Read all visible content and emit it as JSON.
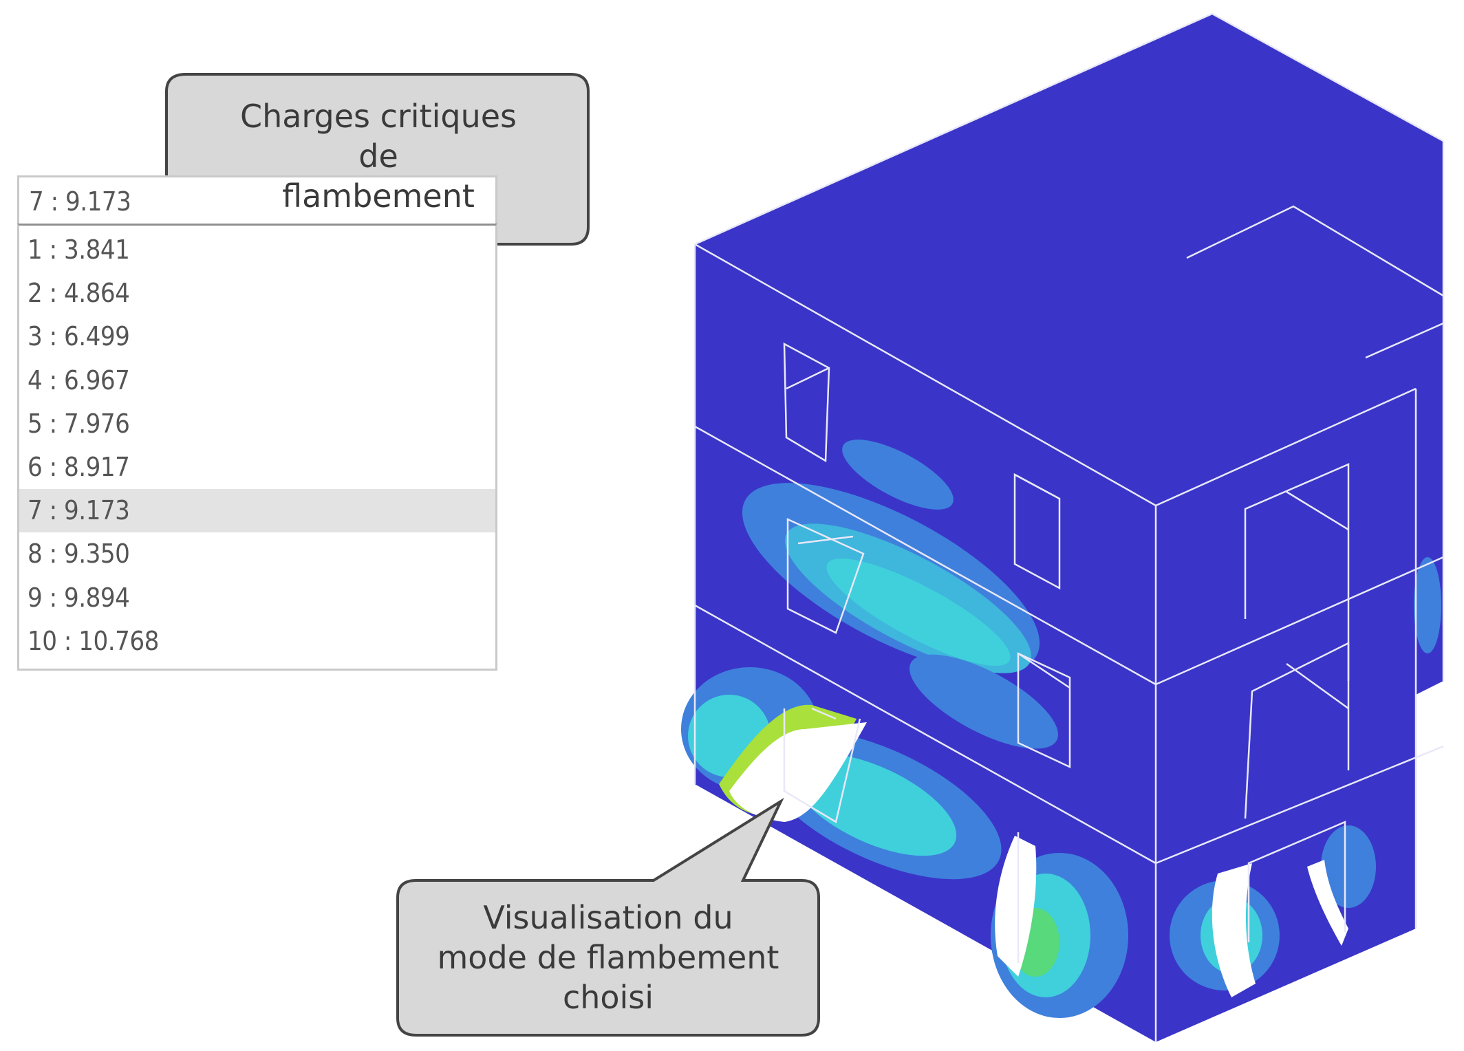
{
  "mode_selector": {
    "selected_label": "7 : 9.173",
    "items": [
      {
        "label": "1 : 3.841"
      },
      {
        "label": "2 : 4.864"
      },
      {
        "label": "3 : 6.499"
      },
      {
        "label": "4 : 6.967"
      },
      {
        "label": "5 : 7.976"
      },
      {
        "label": "6 : 8.917"
      },
      {
        "label": "7 : 9.173"
      },
      {
        "label": "8 : 9.350"
      },
      {
        "label": "9 : 9.894"
      },
      {
        "label": "10 : 10.768"
      }
    ],
    "selected_index": 6
  },
  "callouts": {
    "top": {
      "line1": "Charges critiques",
      "line2": "de",
      "line3": "flambement"
    },
    "bottom": {
      "line1": "Visualisation du",
      "line2": "mode de flambement",
      "line3": "choisi"
    }
  },
  "colors": {
    "model_blue": "#3a35c8",
    "contour_light_blue": "#3a7fd9",
    "contour_cyan": "#3fd0dc",
    "contour_green": "#58d97c",
    "contour_yellow_green": "#a9e03b",
    "callout_fill": "#d8d8d8",
    "callout_stroke": "#444444"
  }
}
